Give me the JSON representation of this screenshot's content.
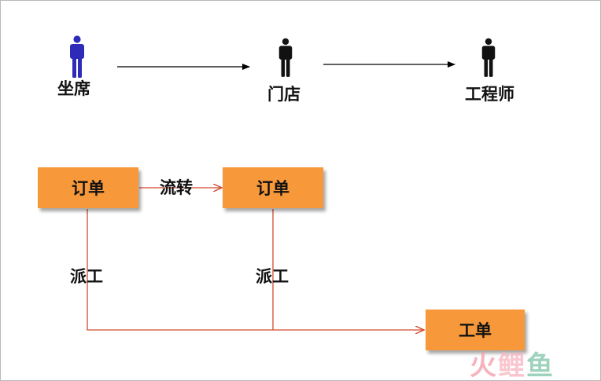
{
  "roles": [
    {
      "label": "坐席",
      "color": "#2e2bb8"
    },
    {
      "label": "门店",
      "color": "#111111"
    },
    {
      "label": "工程师",
      "color": "#111111"
    }
  ],
  "boxes": {
    "order_1": "订单",
    "order_2": "订单",
    "work_order": "工单"
  },
  "edge_labels": {
    "transfer": "流转",
    "dispatch_1": "派工",
    "dispatch_2": "派工"
  },
  "colors": {
    "box_fill": "#f7993a",
    "flow_line": "#d24a2e",
    "arrow_black": "#000000"
  },
  "watermark": {
    "chars": [
      "火",
      "鲤",
      "鱼"
    ]
  }
}
